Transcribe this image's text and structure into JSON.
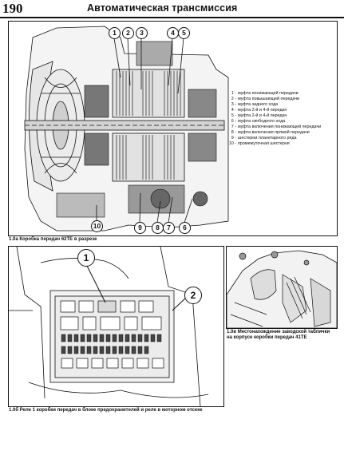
{
  "header": {
    "page_number": "190",
    "title": "Автоматическая трансмиссия"
  },
  "figure_a": {
    "caption": "1.0а Коробка передач 62ТЕ в разрезе",
    "callouts_top": [
      "1",
      "2",
      "3",
      "4",
      "5"
    ],
    "callouts_bottom": [
      "10",
      "9",
      "8",
      "7",
      "6"
    ],
    "legend": [
      {
        "num": "1 -",
        "text": "муфта понижающей передачи"
      },
      {
        "num": "2 -",
        "text": "муфта повышающей передачи"
      },
      {
        "num": "3 -",
        "text": "муфта заднего хода"
      },
      {
        "num": "4 -",
        "text": "муфта 2-й и 4-й передач"
      },
      {
        "num": "5 -",
        "text": "муфта 2-й и 4-й передач"
      },
      {
        "num": "6 -",
        "text": "муфта свободного хода"
      },
      {
        "num": "7 -",
        "text": "муфта включения понижающей передачи"
      },
      {
        "num": "8 -",
        "text": "муфта включения прямой передачи"
      },
      {
        "num": "9 -",
        "text": "шестерни планетарного ряда"
      },
      {
        "num": "10 -",
        "text": "промежуточная шестерня"
      }
    ]
  },
  "figure_b": {
    "caption": "1.0б Реле 1 коробки передач в блоке предохранителей и реле в моторном отсеке",
    "callouts": [
      "1",
      "2"
    ]
  },
  "figure_c": {
    "caption": "1.0в Местонахождение заводской таблички на корпусе коробки передач 41ТЕ"
  }
}
